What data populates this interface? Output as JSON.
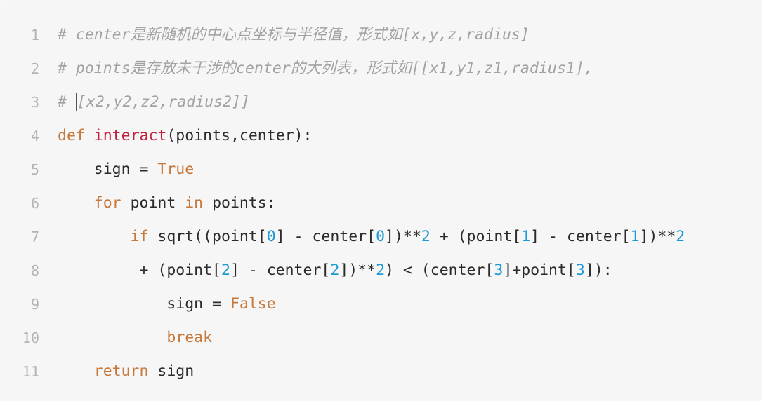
{
  "editor": {
    "lines": [
      {
        "number": "1",
        "tokens": [
          {
            "type": "comment",
            "text": "# center是新随机的中心点坐标与半径值，形式如[x,y,z,radius]"
          }
        ]
      },
      {
        "number": "2",
        "tokens": [
          {
            "type": "comment",
            "text": "# points是存放未干涉的center的大列表，形式如[[x1,y1,z1,radius1],"
          }
        ]
      },
      {
        "number": "3",
        "tokens": [
          {
            "type": "comment",
            "text": "# "
          },
          {
            "type": "caret",
            "text": ""
          },
          {
            "type": "comment",
            "text": "[x2,y2,z2,radius2]]"
          }
        ]
      },
      {
        "number": "4",
        "tokens": [
          {
            "type": "keyword",
            "text": "def"
          },
          {
            "type": "plain",
            "text": " "
          },
          {
            "type": "func",
            "text": "interact"
          },
          {
            "type": "plain",
            "text": "(points,center):"
          }
        ]
      },
      {
        "number": "5",
        "tokens": [
          {
            "type": "plain",
            "text": "    sign = "
          },
          {
            "type": "keyword",
            "text": "True"
          }
        ]
      },
      {
        "number": "6",
        "tokens": [
          {
            "type": "plain",
            "text": "    "
          },
          {
            "type": "keyword",
            "text": "for"
          },
          {
            "type": "plain",
            "text": " point "
          },
          {
            "type": "keyword",
            "text": "in"
          },
          {
            "type": "plain",
            "text": " points:"
          }
        ]
      },
      {
        "number": "7",
        "tokens": [
          {
            "type": "plain",
            "text": "        "
          },
          {
            "type": "keyword",
            "text": "if"
          },
          {
            "type": "plain",
            "text": " sqrt((point["
          },
          {
            "type": "number",
            "text": "0"
          },
          {
            "type": "plain",
            "text": "] - center["
          },
          {
            "type": "number",
            "text": "0"
          },
          {
            "type": "plain",
            "text": "])**"
          },
          {
            "type": "number",
            "text": "2"
          },
          {
            "type": "plain",
            "text": " + (point["
          },
          {
            "type": "number",
            "text": "1"
          },
          {
            "type": "plain",
            "text": "] - center["
          },
          {
            "type": "number",
            "text": "1"
          },
          {
            "type": "plain",
            "text": "])**"
          },
          {
            "type": "number",
            "text": "2"
          }
        ]
      },
      {
        "number": "8",
        "tokens": [
          {
            "type": "plain",
            "text": "         + (point["
          },
          {
            "type": "number",
            "text": "2"
          },
          {
            "type": "plain",
            "text": "] - center["
          },
          {
            "type": "number",
            "text": "2"
          },
          {
            "type": "plain",
            "text": "])**"
          },
          {
            "type": "number",
            "text": "2"
          },
          {
            "type": "plain",
            "text": ") < (center["
          },
          {
            "type": "number",
            "text": "3"
          },
          {
            "type": "plain",
            "text": "]+point["
          },
          {
            "type": "number",
            "text": "3"
          },
          {
            "type": "plain",
            "text": "]):"
          }
        ]
      },
      {
        "number": "9",
        "tokens": [
          {
            "type": "plain",
            "text": "            sign = "
          },
          {
            "type": "keyword",
            "text": "False"
          }
        ]
      },
      {
        "number": "10",
        "tokens": [
          {
            "type": "plain",
            "text": "            "
          },
          {
            "type": "keyword",
            "text": "break"
          }
        ]
      },
      {
        "number": "11",
        "tokens": [
          {
            "type": "plain",
            "text": "    "
          },
          {
            "type": "keyword",
            "text": "return"
          },
          {
            "type": "plain",
            "text": " sign"
          }
        ]
      }
    ]
  },
  "colors": {
    "background": "#f6f6f6",
    "line_number": "#b4b4b4",
    "comment": "#a2a2a2",
    "keyword": "#c7783b",
    "function_name": "#c0223e",
    "number": "#1c9ad6",
    "plain_text": "#2b2b2b"
  }
}
